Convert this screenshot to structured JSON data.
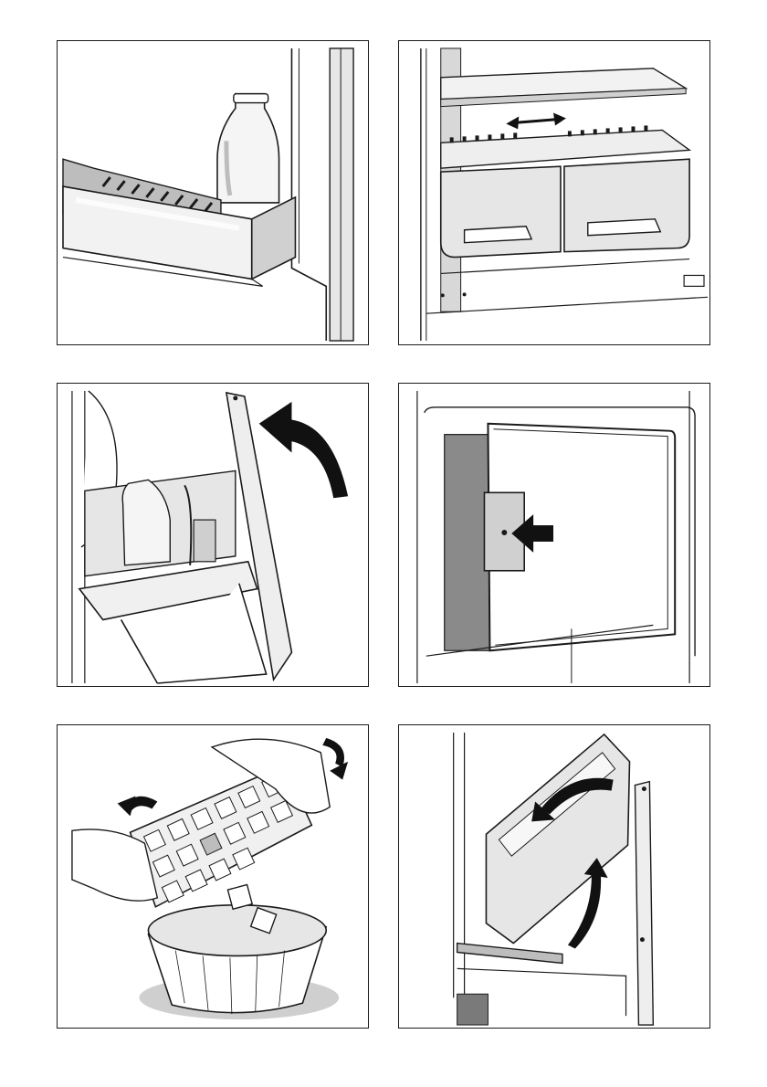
{
  "page": {
    "background": "#ffffff",
    "line_color": "#1a1a1a",
    "shade_light": "#e6e6e6",
    "shade_mid": "#bdbdbd",
    "shade_dark": "#7a7a7a",
    "arrow_color": "#111111"
  },
  "panels": [
    {
      "subject": "door-shelf-with-bottle",
      "icons": [
        "bottle-icon"
      ]
    },
    {
      "subject": "fridge-shelf-with-crisper-drawers",
      "icons": [
        "double-arrow-icon"
      ]
    },
    {
      "subject": "freezer-drawer-open",
      "icons": [
        "curved-arrow-icon"
      ]
    },
    {
      "subject": "freezer-compartment-door",
      "icons": [
        "push-arrow-icon"
      ]
    },
    {
      "subject": "ice-cube-tray-twist",
      "icons": [
        "curved-arrow-icon",
        "curved-arrow-icon"
      ]
    },
    {
      "subject": "remove-freezer-drawer",
      "icons": [
        "curved-arrow-icon",
        "curved-arrow-icon"
      ]
    }
  ]
}
